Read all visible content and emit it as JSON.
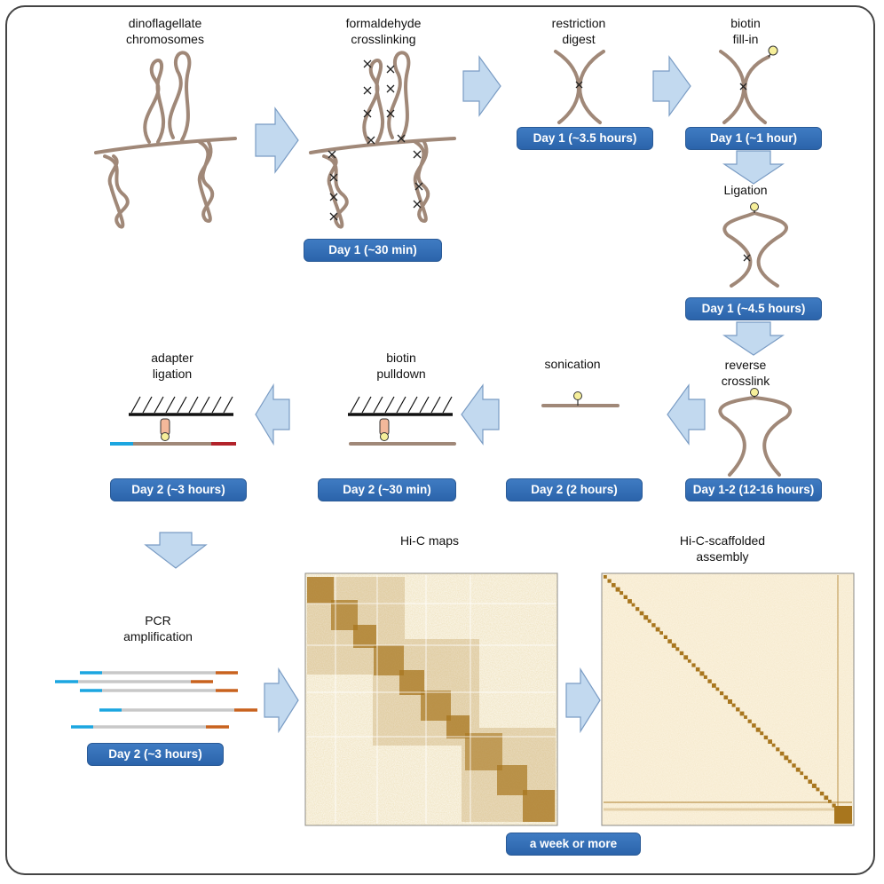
{
  "steps": {
    "dinoflagellate": "dinoflagellate\nchromosomes",
    "crosslinking": "formaldehyde\ncrosslinking",
    "restriction": "restriction\ndigest",
    "biotin_fill": "biotin\nfill-in",
    "ligation": "Ligation",
    "reverse": "reverse\ncrosslink",
    "sonication": "sonication",
    "pulldown": "biotin\npulldown",
    "adapter": "adapter\nligation",
    "pcr": "PCR\namplification",
    "hic_maps": "Hi-C maps",
    "assembly": "Hi-C-scaffolded\nassembly"
  },
  "durations": {
    "crosslinking": "Day 1 (~30 min)",
    "restriction": "Day 1 (~3.5 hours)",
    "biotin_fill": "Day 1 (~1 hour)",
    "ligation": "Day 1 (~4.5 hours)",
    "reverse": "Day 1-2 (12-16 hours)",
    "sonication": "Day 2 (2 hours)",
    "pulldown": "Day 2 (~30 min)",
    "adapter": "Day 2 (~3 hours)",
    "pcr": "Day 2 (~3 hours)",
    "maps": "a week or more"
  },
  "colors": {
    "chromatin": "#a08878",
    "arrow_fill": "#c2d9ef",
    "arrow_stroke": "#7a9cc4",
    "badge": "#2f6db5",
    "biotin": "#f6ef9a",
    "adapter_blue": "#1ba6e0",
    "adapter_red": "#b2232a",
    "adapter_orange": "#c8621e",
    "map": "#a8761e"
  }
}
